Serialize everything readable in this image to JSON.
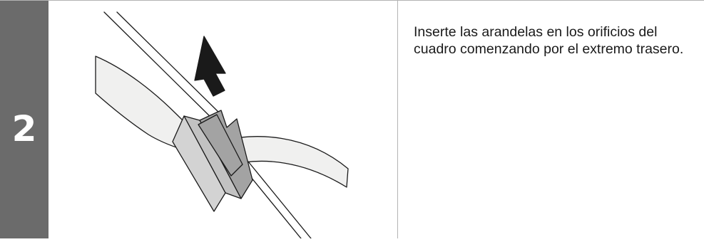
{
  "step": {
    "number": "2",
    "instruction": "Inserte las arandelas en los orificios del cuadro comenzando por el extremo trasero."
  },
  "illustration": {
    "parts": [
      "frame-rail",
      "fabric-strap",
      "plastic-grommet",
      "up-arrow-icon"
    ],
    "colors": {
      "outline": "#1a1a1a",
      "strap": "#f0f0ef",
      "grommet_light": "#c2c2c2",
      "grommet_dark": "#a3a3a3",
      "arrow": "#1a1a1a"
    }
  },
  "colors": {
    "number_bar": "#6b6b6b",
    "divider": "#b3b3b3",
    "text": "#1a1a1a"
  }
}
